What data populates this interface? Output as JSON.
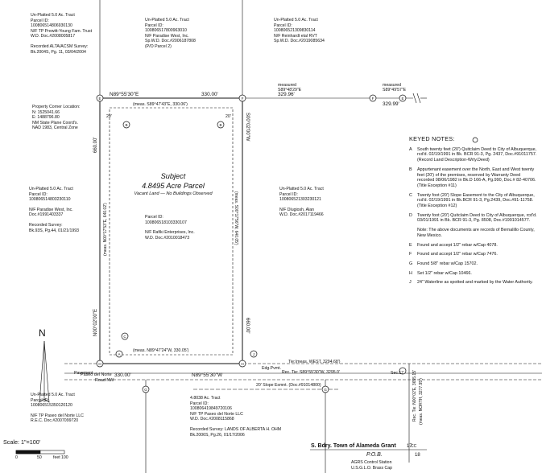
{
  "northwest_tract": {
    "lines": [
      "Un-Platted 5.0 Ac. Tract",
      "Parcel ID:",
      "100806514806930130",
      "N/F TP Prewitt-Young Fam. Trust",
      "W.D. Doc.#2008005817",
      "",
      "Recorded ALTA/ACSM Survey:",
      "Bk.2004S, Pg. 11, 03/04/2004"
    ]
  },
  "north_tract": {
    "lines": [
      "Un-Platted 5.0 Ac. Tract",
      "Parcel ID:",
      "100806517800963010",
      "N/F Paradise West, Inc.",
      "Sp.W.D. Doc.#2006187808",
      "(P/O Parcel 2)"
    ]
  },
  "northeast_tract": {
    "lines": [
      "Un-Platted 5.0 Ac. Tract",
      "Parcel ID:",
      "100806521309830114",
      "N/F Reinhardt etal RVT",
      "Sp.W.D. Doc.#2019085634"
    ]
  },
  "property_corner": {
    "lines": [
      "Property Corner Location:",
      "N: 1525041.66",
      "E: 1488796.80",
      "NM State Plane Coord's.",
      "NAD 1983, Central Zone"
    ]
  },
  "west_tract": {
    "lines": [
      "Un-Platted 5.0 Ac. Tract",
      "Parcel ID:",
      "100806514803230110",
      "",
      "N/F Paradise West, Inc.",
      "Doc.#1991403337",
      "",
      "Recorded Survey:",
      "Bk.93S, Pg.44, 01/21/1993"
    ]
  },
  "east_tract": {
    "lines": [
      "Un-Platted 5.0 Ac. Tract",
      "Parcel ID:",
      "100806521303230121",
      "",
      "N/F Dlugiosh, Alan",
      "W.D. Doc.#2017119466"
    ]
  },
  "subject": {
    "title": "Subject",
    "acres": "4.8495 Acre Parcel",
    "desc": "Vacant Land — No Buildings Observed",
    "lines": [
      "Parcel ID:",
      "100806518103330107",
      "",
      "N/F Rafiki Enterprises, Inc.",
      "W.D. Doc.#2010018473"
    ]
  },
  "southwest_tract": {
    "lines": [
      "Un-Platted 5.0 Ac. Tract",
      "Parcel ID:",
      "100806515350120120",
      "",
      "N/F TP Paseo del Norte LLC",
      "R.E.C. Doc.#2007099720"
    ]
  },
  "south_tract": {
    "lines": [
      "4.8038 Ac. Tract",
      "Parcel ID:",
      "100806419849720106",
      "N/F TP Paseo del Norte LLC",
      "W.D. Doc.#2008115868",
      "",
      "Recorded Survey: LANDS OF ALBERTA H. OHM",
      "Bk.2006S, Pg.26, 01/17/2006"
    ]
  },
  "keyed_notes": {
    "header": "KEYED NOTES:",
    "items": [
      {
        "letter": "A",
        "text": "South twenty feet (20') Quitclaim Deed to City of Albuquerque, rcd'd. 02/19/1991 in Bk. BCR 91-3, Pg. 2437, Doc.#91011757. (Record Land Description-Wrty.Deed)"
      },
      {
        "letter": "B",
        "text": "Appurtenant easement over the North, East and West twenty feet (20') of the premises, reserved by Warranty Deed recorded 08/06/1982 in Bk.D 166-A, Pg.990, Doc.# 82-40706. (Title Exception #11)"
      },
      {
        "letter": "C",
        "text": "Twenty foot (20') Slope Easement to the City of Albuquerque, rcd'd. 02/19/1991 in Bk.BCR 91-3, Pg.2439, Doc.#91-11758. (Title Exception #12)"
      },
      {
        "letter": "D",
        "text": "Twenty foot (20') Quitclaim Deed to City of Albuquerque, rcd'd. 03/01/1991 in Bk. BCR 91-3, Pg. 8508, Doc.#1991014577."
      },
      {
        "letter": "",
        "text": "Note: The above documents are records of Bernalillo County, New Mexico."
      },
      {
        "letter": "E",
        "text": "Found and accept 1/2\" rebar w/Cap 4078."
      },
      {
        "letter": "F",
        "text": "Found and accept 1/2\" rebar w/Cap 7476."
      },
      {
        "letter": "G",
        "text": "Found 5/8\" rebar w/Cap 15702."
      },
      {
        "letter": "H",
        "text": "Set 1/2\" rebar w/Cap 10466."
      },
      {
        "letter": "J",
        "text": "24\" Waterline as spotted and marked by the Water Authority."
      }
    ]
  },
  "labels": {
    "north_bearing": "N89°55'30\"E",
    "north_dist": "330.00'",
    "north_meas": "(meas. S89°47'43\"E, 330.06')",
    "measured_east": "measured",
    "measured_east_val": "S89°48'29\"E",
    "measured_east_dist": "329.96'",
    "measured_far": "measured",
    "measured_far_val": "S89°49'57\"E",
    "measured_far_dist": "329.99'",
    "west_dist": "660.00'",
    "west_bearing": "N00°02'00\"E",
    "west_meas": "(meas. N00°17'53\"E, 640.02')",
    "east_bearing": "S00°02'00\"W",
    "east_meas": "(meas. S00°17'56\"W, 640.05')",
    "east_dist": "660.00'",
    "south_meas": "(meas. N89°47'24\"W, 330.05')",
    "south_bearing": "N89°55'30\"W",
    "south_dist": "330.00'",
    "road_name": "Paseo del Norte",
    "road_type": "Road NW",
    "pavement": "Pavement",
    "tie": "Tie:(meas. WEST, 3294.68')",
    "rec_south": "Rec. Tie: S89°55'30\"W, 3295.0'",
    "edge_pvmt": "Edg.Pvmt.",
    "slope_esmt": "20' Slope Esmnt. (Doc.#91014800)",
    "rec_east": "Rec. Tie: N00°02'E, 3655.15'",
    "meas_east": "(meas. NORTH, 3277.95')",
    "sec": "Sec.17",
    "s_bdry": "S. Bdry. Town of Alameda Grant",
    "pob": "P.O.B.",
    "agrs": "AGRS Control Station",
    "usglo": "U.S.G.L.O. Brass Cap",
    "sec17": "17",
    "sec18": "18",
    "cc": "CC",
    "north_arrow": "N",
    "scale": "Scale: 1\"=100'",
    "scale_0": "0",
    "scale_50": "50",
    "scale_100": "100",
    "scale_feet": "feet",
    "tag_a": "A",
    "tag_b": "B",
    "tag_c": "C",
    "tag_d": "D",
    "tag_e": "E",
    "tag_f": "F",
    "tag_g": "G",
    "tag_h": "H",
    "tag_j": "J",
    "twenty": "20'"
  }
}
